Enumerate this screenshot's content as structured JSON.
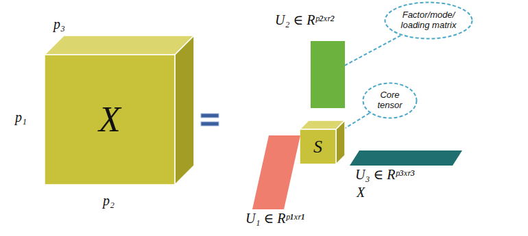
{
  "diagram": {
    "nodes": [
      {
        "text": [
          "X"
        ]
      },
      {
        "text": [
          "U₂ ∈ Rᵖ²ˣʳ²"
        ]
      },
      {
        "text": [
          "Factor/mode/ loading matrix"
        ]
      },
      {
        "text": [
          "Core tensor"
        ]
      },
      {
        "text": [
          "S"
        ]
      },
      {
        "text": [
          "U₁ ∈ Rᵖ¹ˣʳ¹"
        ]
      },
      {
        "text": [
          "U₃ ∈ Rᵖ³ˣʳ³"
        ]
      }
    ],
    "edges": [
      {
        "from": 2,
        "to": 1,
        "arrow": "none"
      },
      {
        "from": 3,
        "to": 4,
        "arrow": "none"
      }
    ],
    "labels": [
      "p₃",
      "p₁",
      "p₂",
      "X"
    ]
  }
}
